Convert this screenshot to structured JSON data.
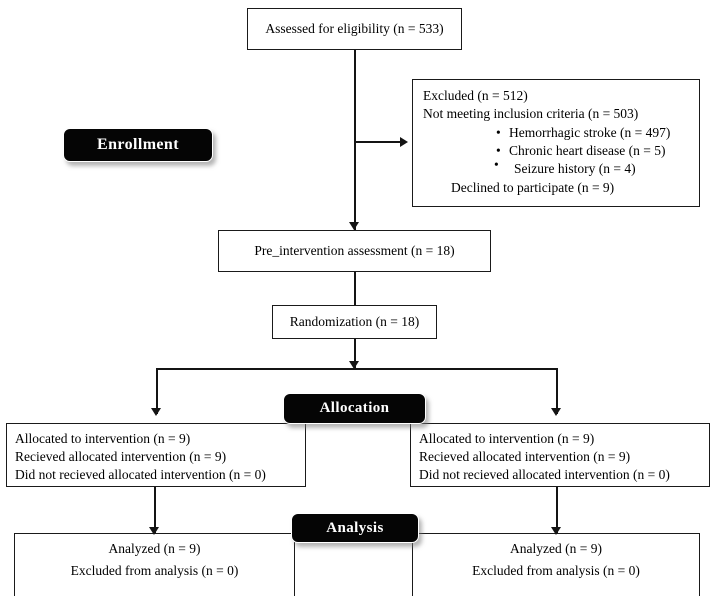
{
  "diagram": {
    "title": "CONSORT participant flow diagram",
    "stages": [
      {
        "id": "enrollment",
        "label": "Enrollment"
      },
      {
        "id": "allocation",
        "label": "Allocation"
      },
      {
        "id": "analysis",
        "label": "Analysis"
      }
    ],
    "nodes": {
      "assessed": {
        "text": "Assessed for eligibility (n = 533)"
      },
      "excluded": {
        "line1": "Excluded (n = 512)",
        "line2": "Not meeting inclusion criteria (n = 503)",
        "bullets": [
          "Hemorrhagic stroke (n = 497)",
          "Chronic heart disease (n = 5)",
          "Seizure history (n = 4)"
        ],
        "line3": "Declined to participate (n = 9)"
      },
      "preassessment": {
        "text": "Pre_intervention assessment (n = 18)"
      },
      "randomization": {
        "text": "Randomization (n = 18)"
      },
      "allocated_left": {
        "line1": "Allocated to intervention (n = 9)",
        "line2": "Recieved allocated intervention (n = 9)",
        "line3": "Did not recieved allocated intervention (n = 0)"
      },
      "allocated_right": {
        "line1": "Allocated to intervention (n = 9)",
        "line2": "Recieved allocated intervention (n = 9)",
        "line3": "Did not recieved allocated intervention (n = 0)"
      },
      "analyzed_left": {
        "line1": "Analyzed (n = 9)",
        "line2": "Excluded from analysis (n = 0)"
      },
      "analyzed_right": {
        "line1": "Analyzed (n = 9)",
        "line2": "Excluded from analysis (n = 0)"
      }
    },
    "colors": {
      "stage_background": "#050505",
      "stage_text": "#ffffff",
      "box_border": "#1a1a1a",
      "connector": "#141414",
      "page_background": "#ffffff"
    }
  }
}
